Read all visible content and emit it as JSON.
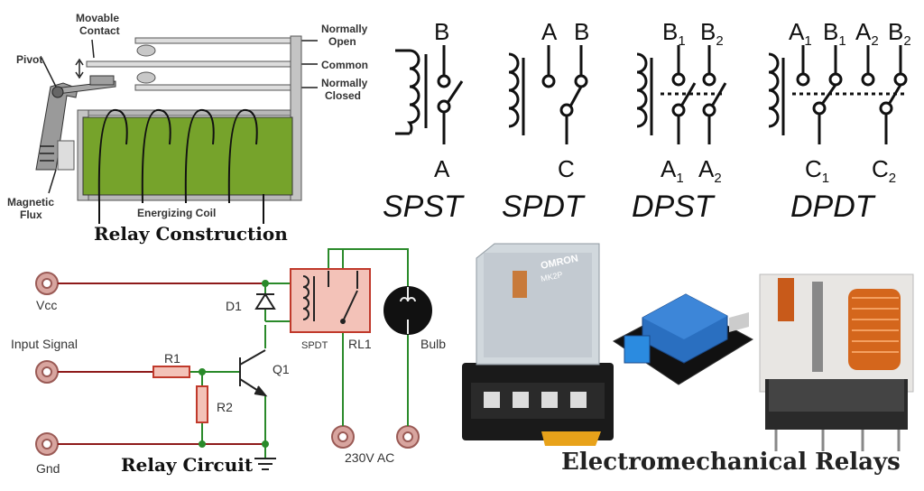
{
  "construction": {
    "movable_contact": "Movable\nContact",
    "pivot": "Pivot",
    "normally_open": "Normally\nOpen",
    "common": "Common",
    "normally_closed": "Normally\nClosed",
    "magnetic_flux": "Magnetic\nFlux",
    "energizing_coil": "Energizing Coil",
    "caption": "Relay Construction"
  },
  "symbols": {
    "spst": {
      "name": "SPST",
      "top": "B",
      "bottom": "A"
    },
    "spdt": {
      "name": "SPDT",
      "top_a": "A",
      "top_b": "B",
      "bottom": "C"
    },
    "dpst": {
      "name": "DPST",
      "top_1": "B",
      "top_2": "B",
      "bottom_1": "A",
      "bottom_2": "A",
      "sub_1": "1",
      "sub_2": "2"
    },
    "dpdt": {
      "name": "DPDT",
      "a1": "A",
      "b1": "B",
      "a2": "A",
      "b2": "B",
      "c1": "C",
      "c2": "C",
      "sub_1": "1",
      "sub_2": "2"
    }
  },
  "circuit": {
    "vcc": "Vcc",
    "input_signal": "Input Signal",
    "gnd": "Gnd",
    "d1": "D1",
    "r1": "R1",
    "r2": "R2",
    "q1": "Q1",
    "spdt": "SPDT",
    "rl1": "RL1",
    "bulb": "Bulb",
    "ac": "230V AC",
    "caption": "Relay Circuit"
  },
  "photos": {
    "brand": "OMRON",
    "model": "MK2P",
    "caption": "Electromechanical Relays"
  }
}
